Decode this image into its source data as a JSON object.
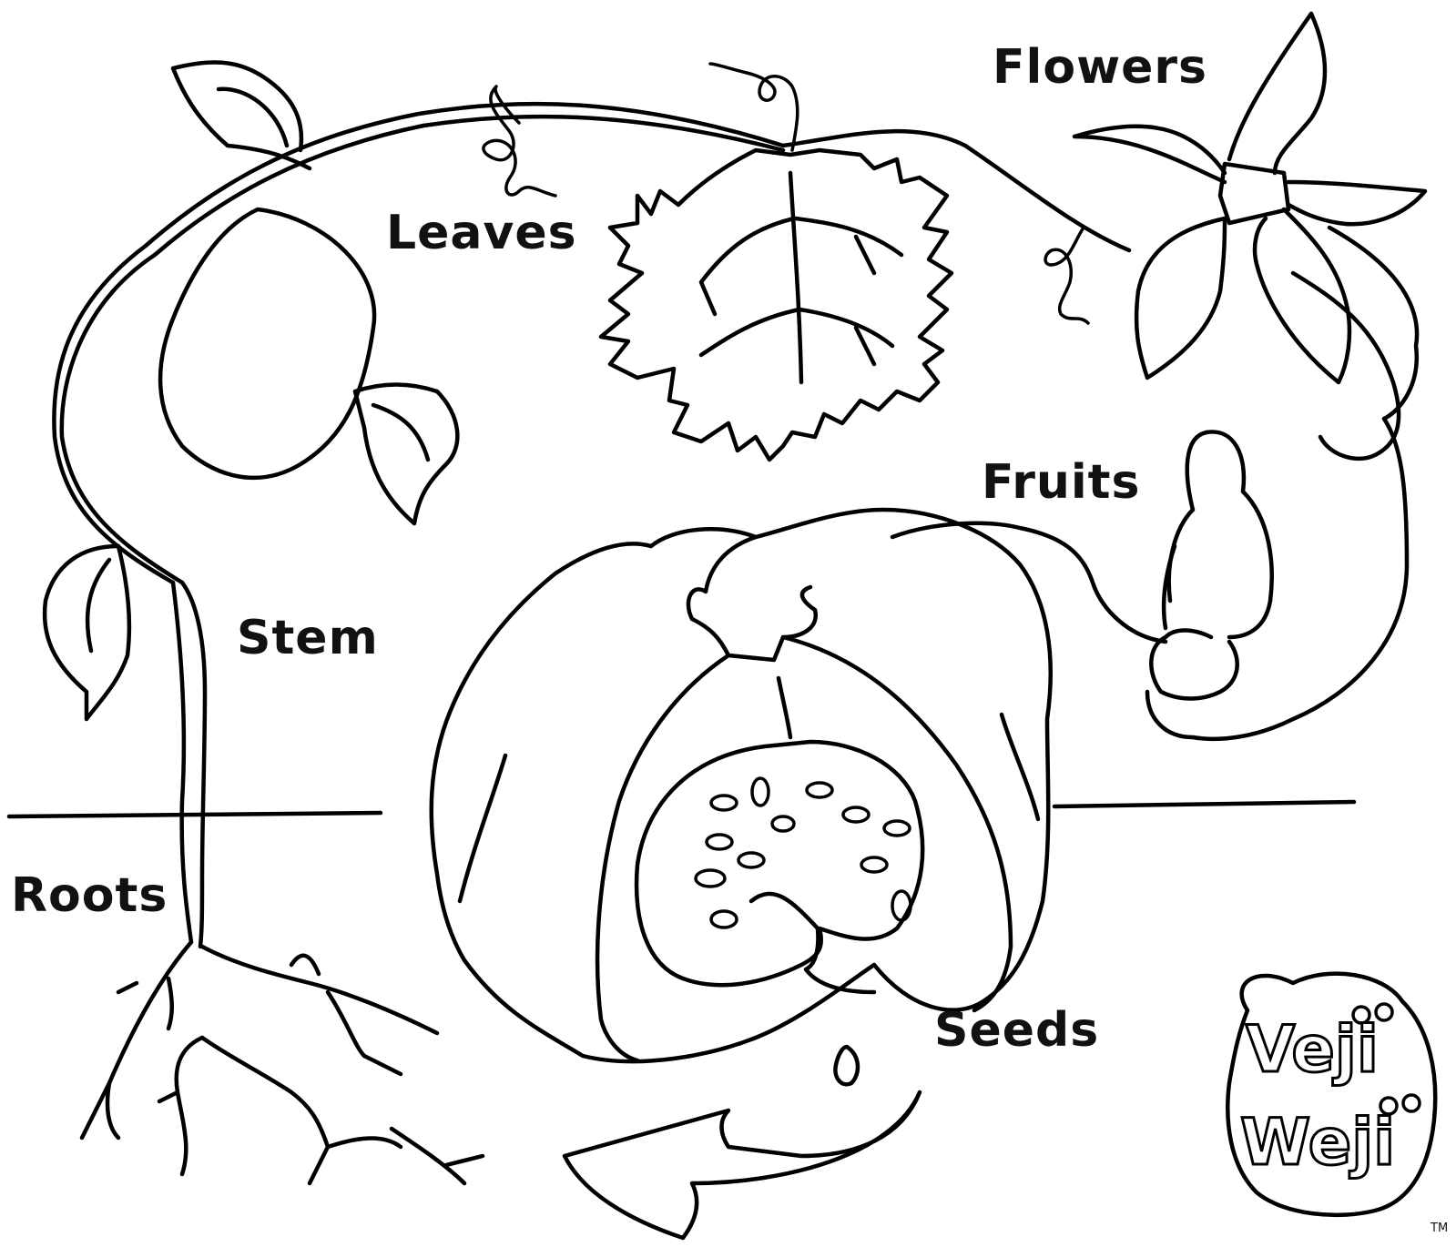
{
  "diagram": {
    "labels": {
      "leaves": "Leaves",
      "flowers": "Flowers",
      "fruits": "Fruits",
      "stem": "Stem",
      "roots": "Roots",
      "seeds": "Seeds"
    },
    "logo": {
      "line1": "Veji",
      "line2": "Weji",
      "trademark": "TM"
    }
  }
}
